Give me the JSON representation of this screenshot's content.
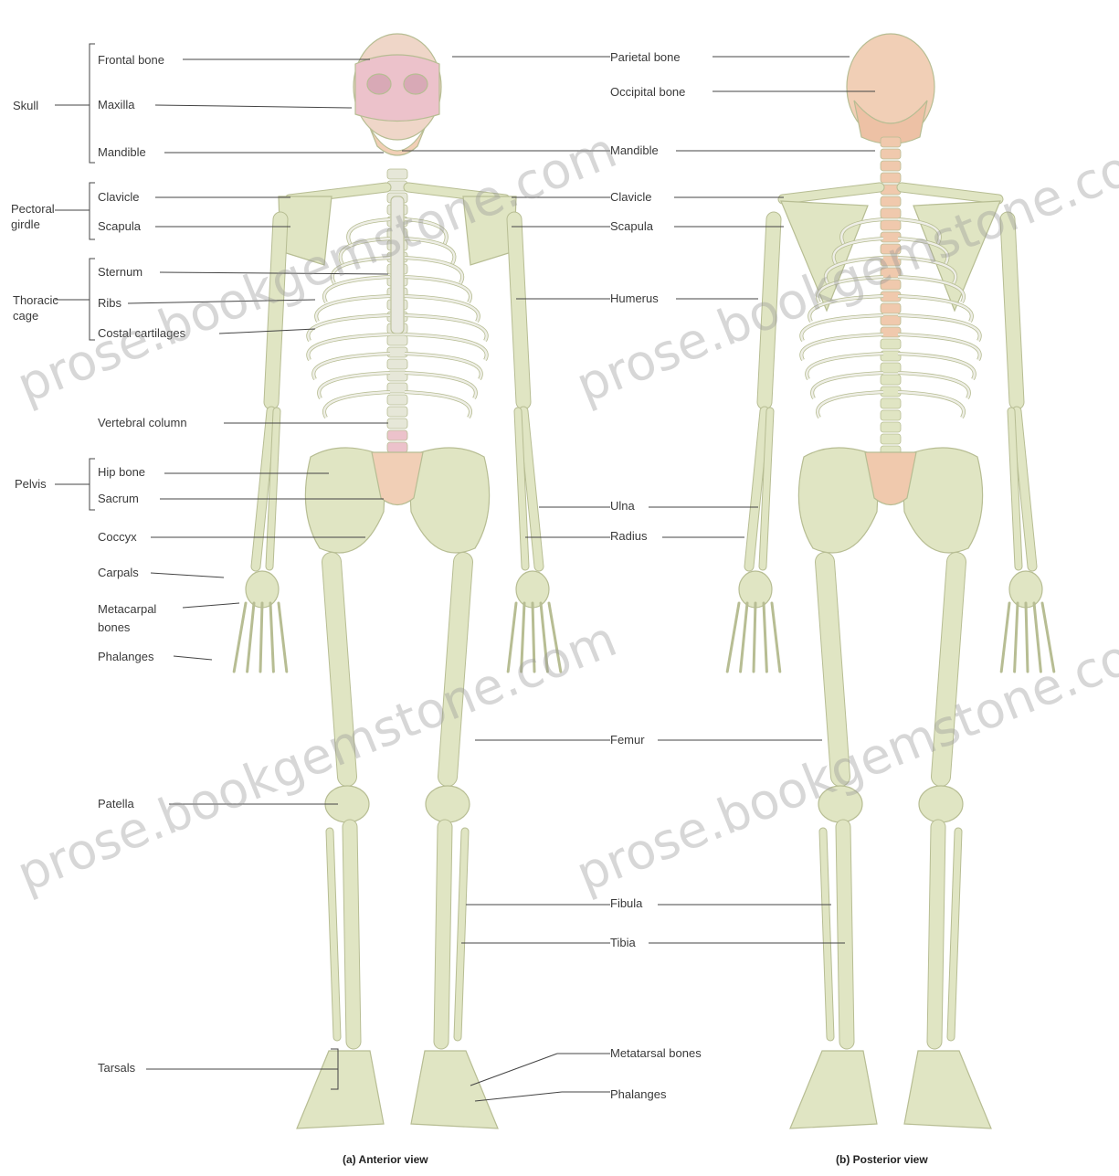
{
  "groups": {
    "skull": "Skull",
    "pectoral": "Pectoral\ngirdle",
    "thoracic": "Thoracic\ncage",
    "pelvis": "Pelvis"
  },
  "left_labels": {
    "frontal": "Frontal bone",
    "maxilla": "Maxilla",
    "mandible": "Mandible",
    "clavicle": "Clavicle",
    "scapula": "Scapula",
    "sternum": "Sternum",
    "ribs": "Ribs",
    "costal": "Costal cartilages",
    "vertebral": "Vertebral column",
    "hip": "Hip bone",
    "sacrum": "Sacrum",
    "coccyx": "Coccyx",
    "carpals": "Carpals",
    "metacarpal": "Metacarpal\nbones",
    "phalanges": "Phalanges",
    "patella": "Patella",
    "tarsals": "Tarsals"
  },
  "center_labels": {
    "parietal": "Parietal bone",
    "occipital": "Occipital bone",
    "mandible": "Mandible",
    "clavicle": "Clavicle",
    "scapula": "Scapula",
    "humerus": "Humerus",
    "ulna": "Ulna",
    "radius": "Radius",
    "femur": "Femur",
    "fibula": "Fibula",
    "tibia": "Tibia",
    "metatarsal": "Metatarsal bones",
    "phalanges": "Phalanges"
  },
  "captions": {
    "anterior": "(a) Anterior view",
    "posterior": "(b) Posterior view"
  },
  "watermark": "prose.bookgemstone.com",
  "colors": {
    "bone": "#e0e5c3",
    "bone_stroke": "#b7bd93",
    "skull_pink": "#ecc2cb",
    "skull_peach": "#f1cfb6",
    "axial_peach": "#f0c9ad",
    "leader": "#444444"
  }
}
